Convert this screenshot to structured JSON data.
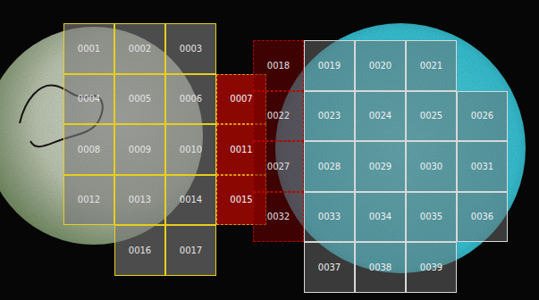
{
  "diagram": {
    "nodes": [
      {
        "text": [
          "0001"
        ]
      },
      {
        "text": [
          "0002"
        ]
      },
      {
        "text": [
          "0003"
        ]
      },
      {
        "text": [
          "0004"
        ]
      },
      {
        "text": [
          "0005"
        ]
      },
      {
        "text": [
          "0006"
        ]
      },
      {
        "text": [
          "0007"
        ]
      },
      {
        "text": [
          "0008"
        ]
      },
      {
        "text": [
          "0009"
        ]
      },
      {
        "text": [
          "0010"
        ]
      },
      {
        "text": [
          "0011"
        ]
      },
      {
        "text": [
          "0012"
        ]
      },
      {
        "text": [
          "0013"
        ]
      },
      {
        "text": [
          "0014"
        ]
      },
      {
        "text": [
          "0015"
        ]
      },
      {
        "text": [
          "0016"
        ]
      },
      {
        "text": [
          "0017"
        ]
      },
      {
        "text": [
          "0018"
        ]
      },
      {
        "text": [
          "0019"
        ]
      },
      {
        "text": [
          "0020"
        ]
      },
      {
        "text": [
          "0021"
        ]
      },
      {
        "text": [
          "0022"
        ]
      },
      {
        "text": [
          "0023"
        ]
      },
      {
        "text": [
          "0024"
        ]
      },
      {
        "text": [
          "0025"
        ]
      },
      {
        "text": [
          "0026"
        ]
      },
      {
        "text": [
          "0027"
        ]
      },
      {
        "text": [
          "0028"
        ]
      },
      {
        "text": [
          "0029"
        ]
      },
      {
        "text": [
          "0030"
        ]
      },
      {
        "text": [
          "0031"
        ]
      },
      {
        "text": [
          "0032"
        ]
      },
      {
        "text": [
          "0033"
        ]
      },
      {
        "text": [
          "0034"
        ]
      },
      {
        "text": [
          "0035"
        ]
      },
      {
        "text": [
          "0036"
        ]
      },
      {
        "text": [
          "0037"
        ]
      },
      {
        "text": [
          "0038"
        ]
      },
      {
        "text": [
          "0039"
        ]
      }
    ]
  }
}
